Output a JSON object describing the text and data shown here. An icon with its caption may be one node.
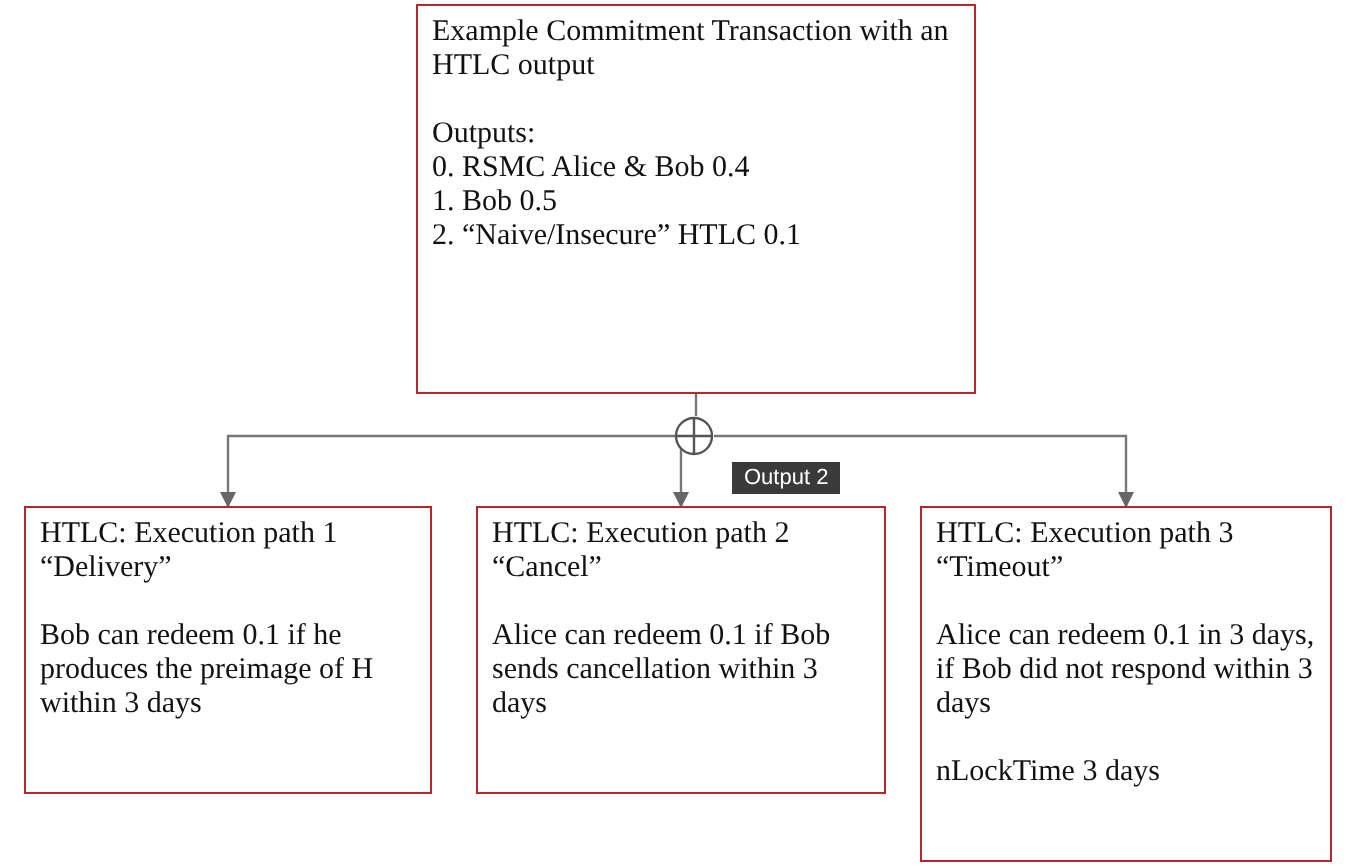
{
  "diagram": {
    "nodes": [
      {
        "text": [
          "Example Commitment Transaction with an HTLC output",
          "Outputs:",
          "0. RSMC Alice & Bob 0.4",
          "1. Bob 0.5",
          "2. “Naive/Insecure” HTLC 0.1"
        ]
      },
      {
        "text": [],
        "shape": "circle"
      },
      {
        "text": [
          "HTLC: Execution path 1 “Delivery”",
          "Bob can redeem 0.1 if he produces the preimage of H within 3 days"
        ]
      },
      {
        "text": [
          "HTLC: Execution path 2 “Cancel”",
          "Alice can redeem 0.1 if Bob sends cancellation within 3 days"
        ]
      },
      {
        "text": [
          "HTLC: Execution path 3 “Timeout”",
          "Alice can redeem 0.1 in 3 days, if Bob did not respond within 3 days",
          "nLockTime 3 days"
        ]
      }
    ],
    "edges": [
      {
        "from": 0,
        "to": 1,
        "arrow": "none"
      },
      {
        "from": 1,
        "to": 2,
        "arrow": "to"
      },
      {
        "from": 1,
        "to": 3,
        "arrow": "to"
      },
      {
        "from": 1,
        "to": 4,
        "arrow": "to"
      }
    ],
    "labels": [
      "Output 2"
    ]
  }
}
